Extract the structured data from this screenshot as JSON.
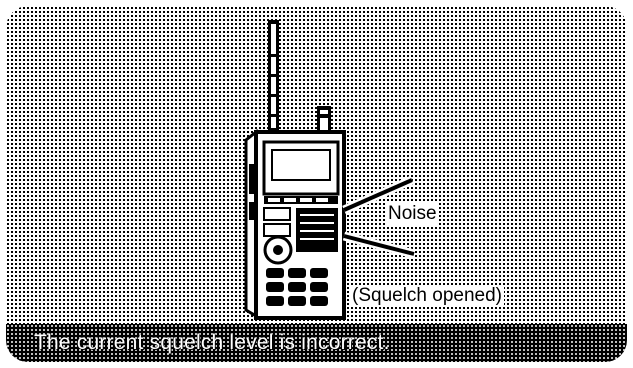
{
  "illustration": {
    "subject": "handheld-transceiver-icon",
    "noise_label": "Noise",
    "squelch_label": "(Squelch opened)"
  },
  "footer": {
    "message": "The current squelch level is incorrect."
  },
  "colors": {
    "ink": "#000000",
    "paper": "#ffffff"
  }
}
